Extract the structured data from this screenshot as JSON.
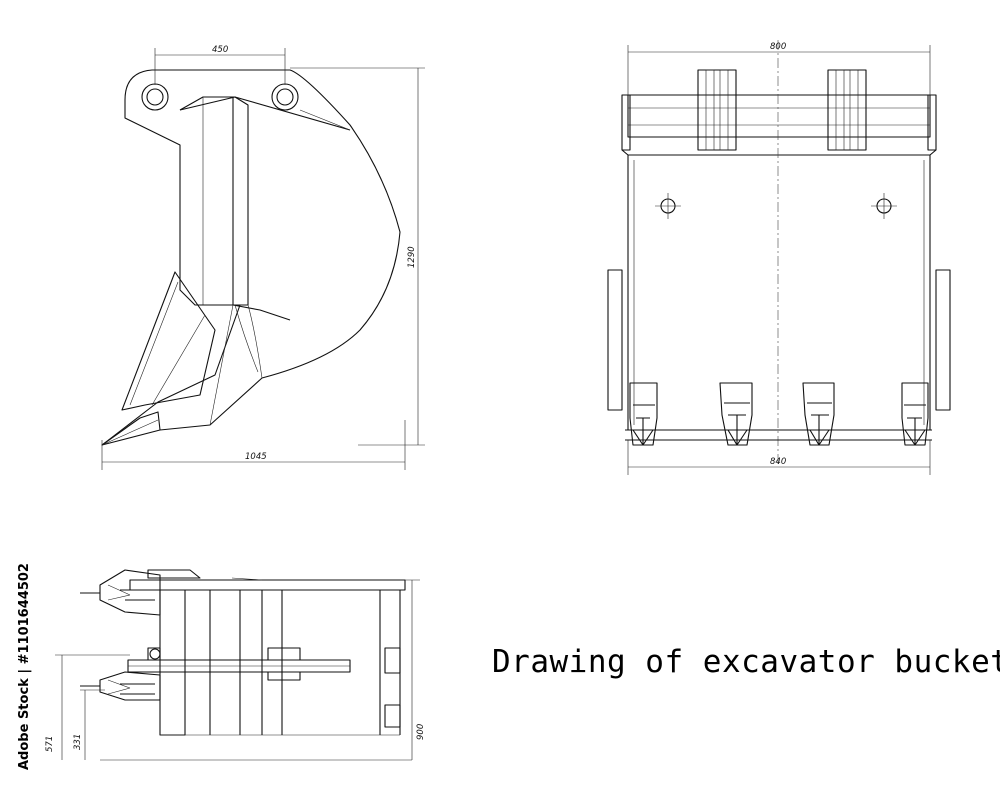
{
  "title": "Drawing of excavator bucket",
  "stock_credit": "Adobe Stock | #1101644502",
  "dimensions": {
    "side_width_top": "450",
    "side_height": "1290",
    "side_width_bottom": "1045",
    "front_width_top": "800",
    "front_width_bottom": "840",
    "plan_dim_a": "571",
    "plan_dim_b": "331",
    "plan_dim_c": "900"
  }
}
